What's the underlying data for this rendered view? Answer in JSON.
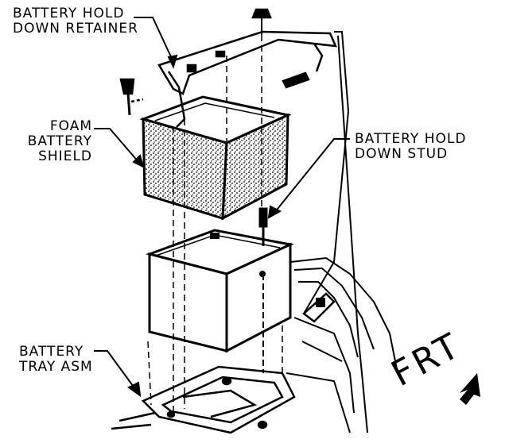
{
  "labels": {
    "hold_down_retainer": {
      "line1": "BATTERY HOLD",
      "line2": "DOWN RETAINER"
    },
    "foam_shield": {
      "line1": "FOAM",
      "line2": "BATTERY",
      "line3": "SHIELD"
    },
    "hold_down_stud": {
      "line1": "BATTERY HOLD",
      "line2": "DOWN STUD"
    },
    "tray_asm": {
      "line1": "BATTERY",
      "line2": "TRAY ASM"
    },
    "direction": "FRT"
  },
  "colors": {
    "ink": "#000000",
    "paper": "#ffffff"
  }
}
